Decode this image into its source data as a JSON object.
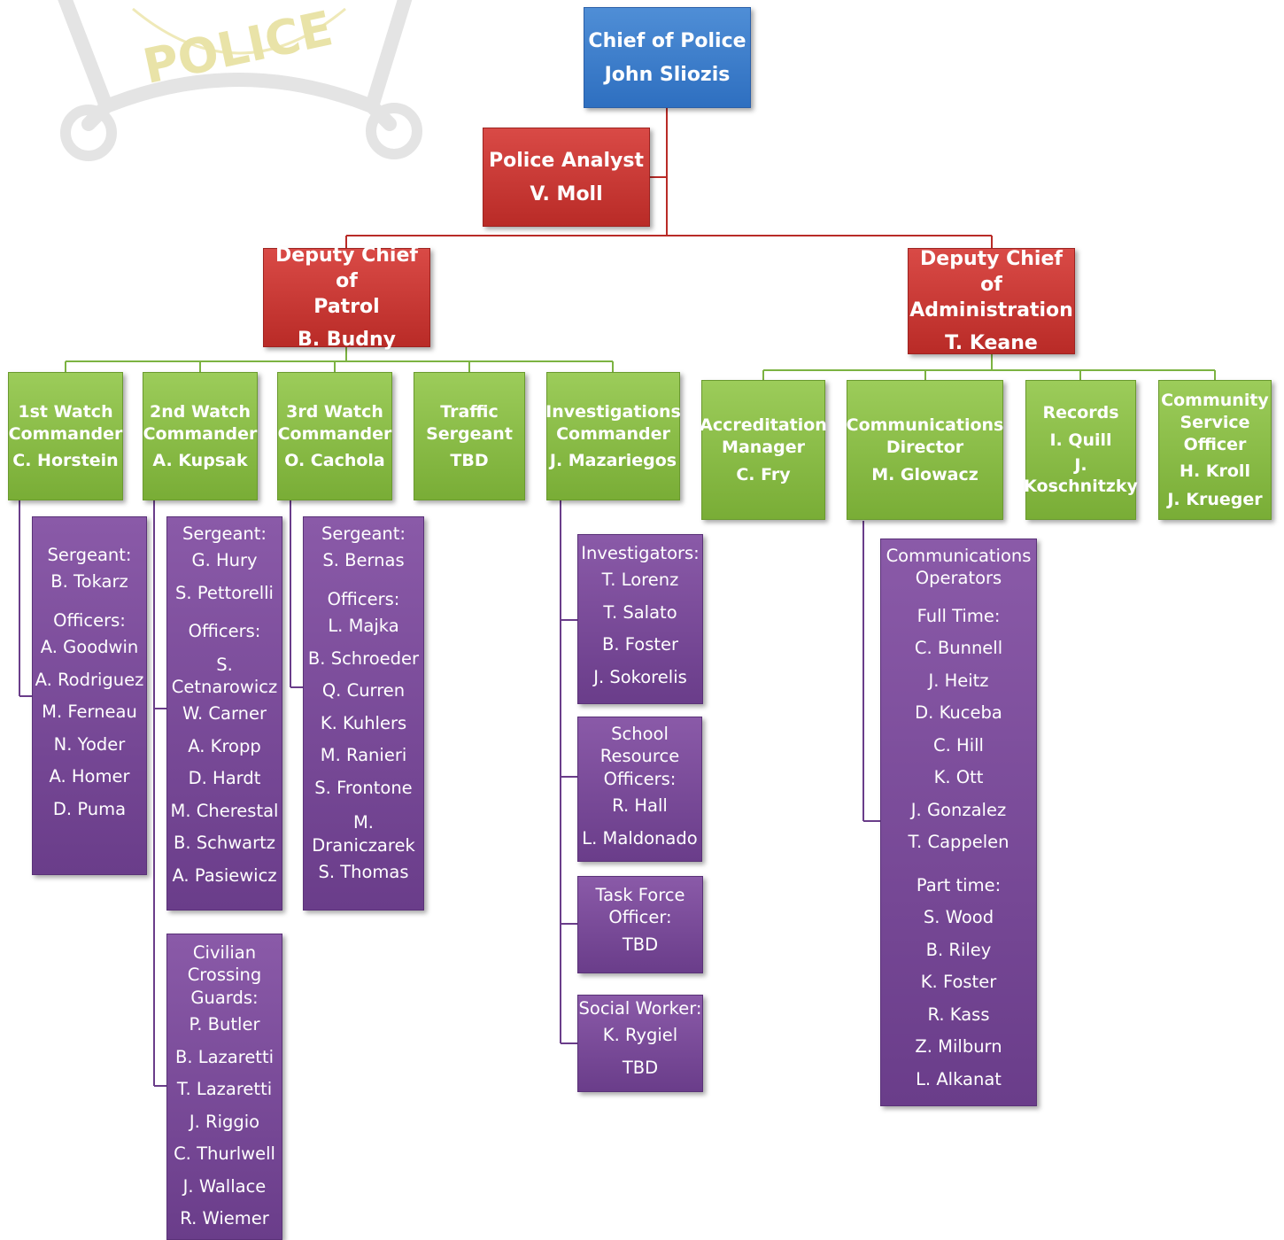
{
  "colors": {
    "executive": "#2e6fc0",
    "command": "#b92b27",
    "division": "#79ad36",
    "staff": "#6a3d8a",
    "connector": "#b92b27",
    "connector_green": "#7cb342",
    "connector_purple": "#6a3d8a"
  },
  "badge_text": "POLICE",
  "chief": {
    "title": "Chief of Police",
    "name": "John Sliozis"
  },
  "analyst": {
    "title": "Police Analyst",
    "name": "V. Moll"
  },
  "deputy_patrol": {
    "title_line1": "Deputy Chief of",
    "title_line2": "Patrol",
    "name": "B. Budny"
  },
  "deputy_admin": {
    "title_line1": "Deputy Chief of",
    "title_line2": "Administration",
    "name": "T. Keane"
  },
  "patrol_units": [
    {
      "title_line1": "1st Watch",
      "title_line2": "Commander",
      "name": "C. Horstein"
    },
    {
      "title_line1": "2nd Watch",
      "title_line2": "Commander",
      "name": "A. Kupsak"
    },
    {
      "title_line1": "3rd Watch",
      "title_line2": "Commander",
      "name": "O. Cachola"
    },
    {
      "title_line1": "Traffic",
      "title_line2": "Sergeant",
      "name": "TBD"
    },
    {
      "title_line1": "Investigations",
      "title_line2": "Commander",
      "name": "J. Mazariegos"
    }
  ],
  "admin_units": [
    {
      "title_line1": "Accreditation",
      "title_line2": "Manager",
      "name": "C. Fry"
    },
    {
      "title_line1": "Communications",
      "title_line2": "Director",
      "name": "M. Glowacz"
    },
    {
      "title": "Records",
      "name1": "I. Quill",
      "name2a": "J.",
      "name2b": "Koschnitzky"
    },
    {
      "title_line1": "Community",
      "title_line2": "Service",
      "title_line3": "Officer",
      "name1": "H. Kroll",
      "name2": "J. Krueger"
    }
  ],
  "watch1": {
    "sergeant_label": "Sergeant:",
    "sergeant": "B. Tokarz",
    "officers_label": "Officers:",
    "officers": [
      "A. Goodwin",
      "A. Rodriguez",
      "M. Ferneau",
      "N. Yoder",
      "A. Homer",
      "D. Puma"
    ]
  },
  "watch2": {
    "sergeant_label": "Sergeant:",
    "sergeants": [
      "G. Hury",
      "S. Pettorelli"
    ],
    "officers_label": "Officers:",
    "officer_split_a": "S.",
    "officer_split_b": "Cetnarowicz",
    "officers": [
      "W. Carner",
      "A. Kropp",
      "D. Hardt",
      "M. Cherestal",
      "B. Schwartz",
      "A. Pasiewicz"
    ]
  },
  "watch3": {
    "sergeant_label": "Sergeant:",
    "sergeant": "S. Bernas",
    "officers_label": "Officers:",
    "officers_a": [
      "L. Majka",
      "B. Schroeder",
      "Q. Curren",
      "K. Kuhlers",
      "M. Ranieri",
      "S. Frontone"
    ],
    "officer_split_a": "M.",
    "officer_split_b": "Draniczarek",
    "officers_b": [
      "S. Thomas"
    ]
  },
  "crossing_guards": {
    "label_line1": "Civilian",
    "label_line2": "Crossing",
    "label_line3": "Guards:",
    "names": [
      "P. Butler",
      "B. Lazaretti",
      "T. Lazaretti",
      "J. Riggio",
      "C. Thurlwell",
      "J. Wallace",
      "R. Wiemer"
    ]
  },
  "investigators": {
    "label": "Investigators:",
    "names": [
      "T. Lorenz",
      "T. Salato",
      "B. Foster",
      "J. Sokorelis"
    ]
  },
  "school_resource": {
    "label_line1": "School",
    "label_line2": "Resource",
    "label_line3": "Officers:",
    "names": [
      "R. Hall",
      "L. Maldonado"
    ]
  },
  "task_force": {
    "label_line1": "Task Force",
    "label_line2": "Officer:",
    "names": [
      "TBD"
    ]
  },
  "social_worker": {
    "label": "Social Worker:",
    "names": [
      "K. Rygiel",
      "TBD"
    ]
  },
  "comm_operators": {
    "label_line1": "Communications",
    "label_line2": "Operators",
    "full_time_label": "Full Time:",
    "full_time": [
      "C. Bunnell",
      "J. Heitz",
      "D. Kuceba",
      "C. Hill",
      "K. Ott",
      "J. Gonzalez",
      "T. Cappelen"
    ],
    "part_time_label": "Part time:",
    "part_time": [
      "S. Wood",
      "B. Riley",
      "K. Foster",
      "R. Kass",
      "Z. Milburn",
      "L. Alkanat"
    ]
  }
}
